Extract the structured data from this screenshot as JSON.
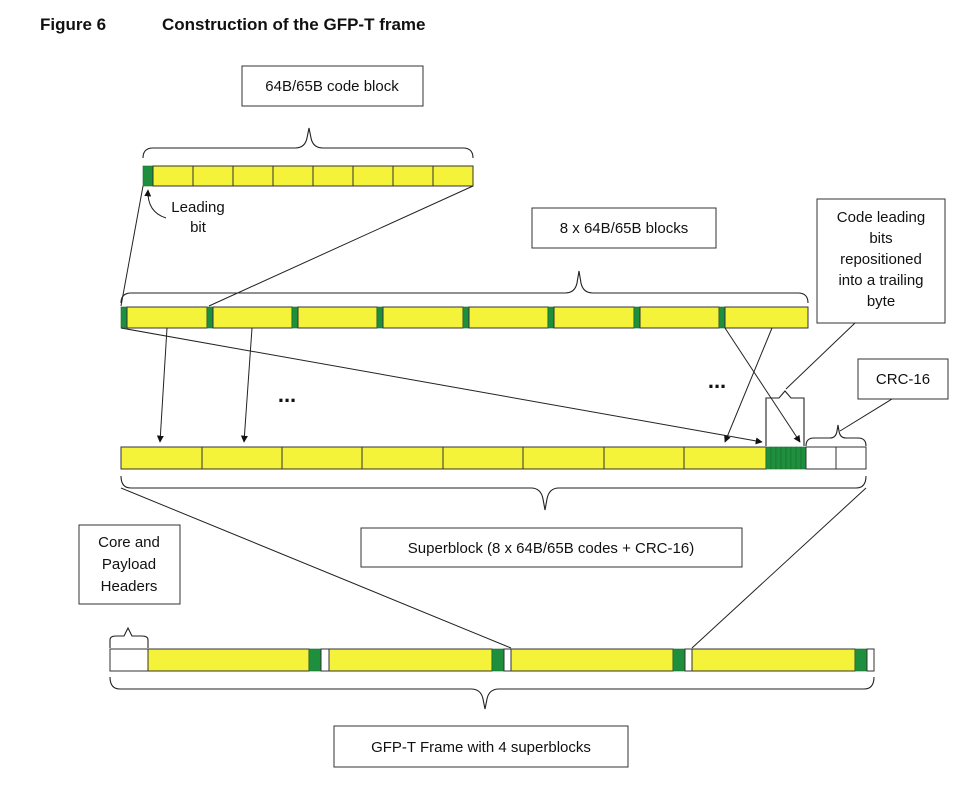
{
  "figure": {
    "number": "Figure 6",
    "title": "Construction of the GFP-T frame"
  },
  "labels": {
    "code_block": "64B/65B code block",
    "leading_bit_line1": "Leading",
    "leading_bit_line2": "bit",
    "eight_blocks": "8 x 64B/65B blocks",
    "reposition_line1": "Code leading",
    "reposition_line2": "bits",
    "reposition_line3": "repositioned",
    "reposition_line4": "into a trailing",
    "reposition_line5": "byte",
    "crc": "CRC-16",
    "superblock": "Superblock (8 x 64B/65B codes + CRC-16)",
    "headers_line1": "Core and",
    "headers_line2": "Payload",
    "headers_line3": "Headers",
    "frame": "GFP-T Frame with 4 superblocks",
    "ellipsis_left": "...",
    "ellipsis_right": "..."
  },
  "colors": {
    "payload_yellow": "#f5f23a",
    "leading_bit_green": "#1d8f3d"
  }
}
